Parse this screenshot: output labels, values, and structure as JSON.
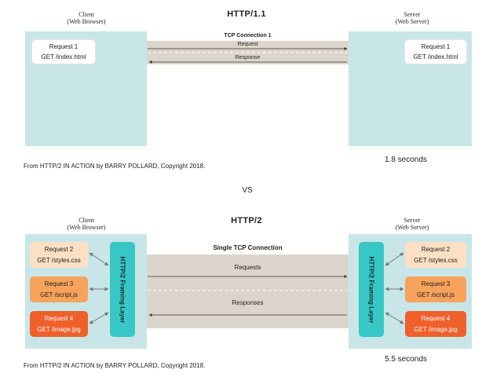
{
  "http1": {
    "title": "HTTP/1.1",
    "client_label_1": "Client",
    "client_label_2": "(Web Browser)",
    "server_label_1": "Server",
    "server_label_2": "(Web Server)",
    "connection_label": "TCP Connection 1",
    "request_label": "Request",
    "response_label": "Response",
    "client_request": {
      "name": "Request 1",
      "path": "GET /index.html"
    },
    "server_request": {
      "name": "Request 1",
      "path": "GET /index.html"
    },
    "caption": "From HTTP/2 IN ACTION by BARRY POLLARD, Copyright 2018.",
    "time": "1.8 seconds"
  },
  "vs": "VS",
  "http2": {
    "title": "HTTP/2",
    "client_label_1": "Client",
    "client_label_2": "(Web Browser)",
    "server_label_1": "Server",
    "server_label_2": "(Web Server)",
    "connection_label": "Single TCP Connection",
    "requests_label": "Requests",
    "responses_label": "Responses",
    "framing_label": "HTTP/2 Framing Layer",
    "client_requests": [
      {
        "name": "Request 2",
        "path": "GET /styles.css"
      },
      {
        "name": "Request 3",
        "path": "GET /script.js"
      },
      {
        "name": "Request 4",
        "path": "GET /image.jpg"
      }
    ],
    "server_requests": [
      {
        "name": "Request 2",
        "path": "GET /styles.css"
      },
      {
        "name": "Request 3",
        "path": "GET /script.js"
      },
      {
        "name": "Request 4",
        "path": "GET /image.jpg"
      }
    ],
    "caption": "From HTTP/2 IN ACTION by BARRY POLLARD, Copyright 2018.",
    "time": "5.5 seconds"
  }
}
